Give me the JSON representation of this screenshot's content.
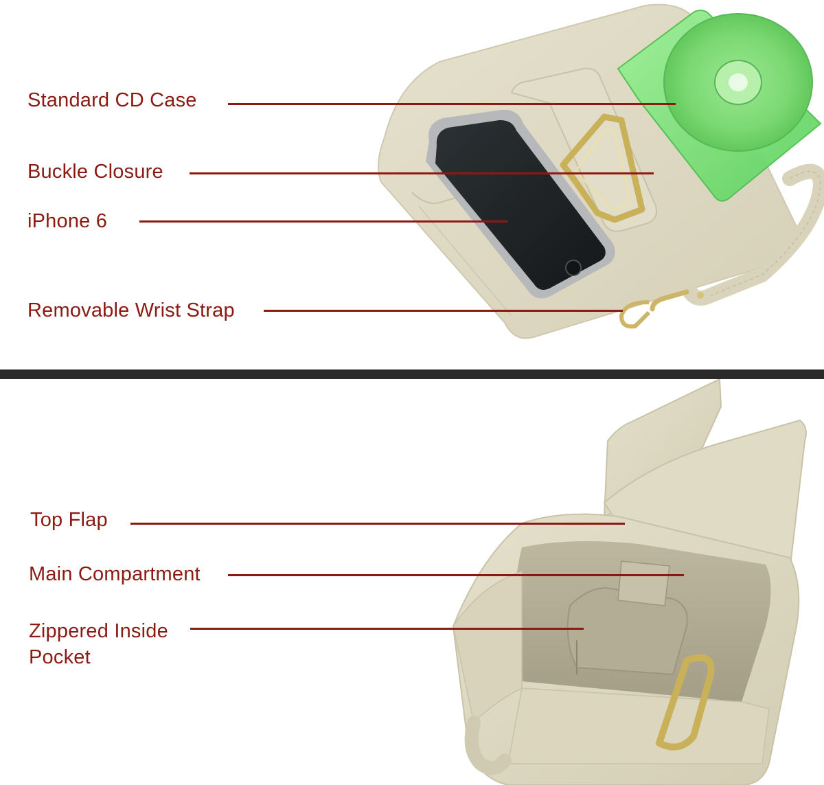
{
  "colors": {
    "label_text": "#8b1a12",
    "leader_line": "#8b1a12",
    "divider": "#2a2a2a",
    "leather": "#ddd8c2",
    "leather_shadow": "#c9c3aa",
    "gold": "#c9b15a",
    "cd_case": "#7ee37e",
    "phone_screen": "#1f2326",
    "phone_frame": "#b6b8b9"
  },
  "top_panel": {
    "callouts": [
      {
        "label": "Standard CD Case"
      },
      {
        "label": "Buckle Closure"
      },
      {
        "label": "iPhone 6"
      },
      {
        "label": "Removable Wrist Strap"
      }
    ]
  },
  "bottom_panel": {
    "callouts": [
      {
        "label": "Top Flap"
      },
      {
        "label": "Main Compartment"
      },
      {
        "label": "Zippered Inside\nPocket"
      }
    ]
  }
}
